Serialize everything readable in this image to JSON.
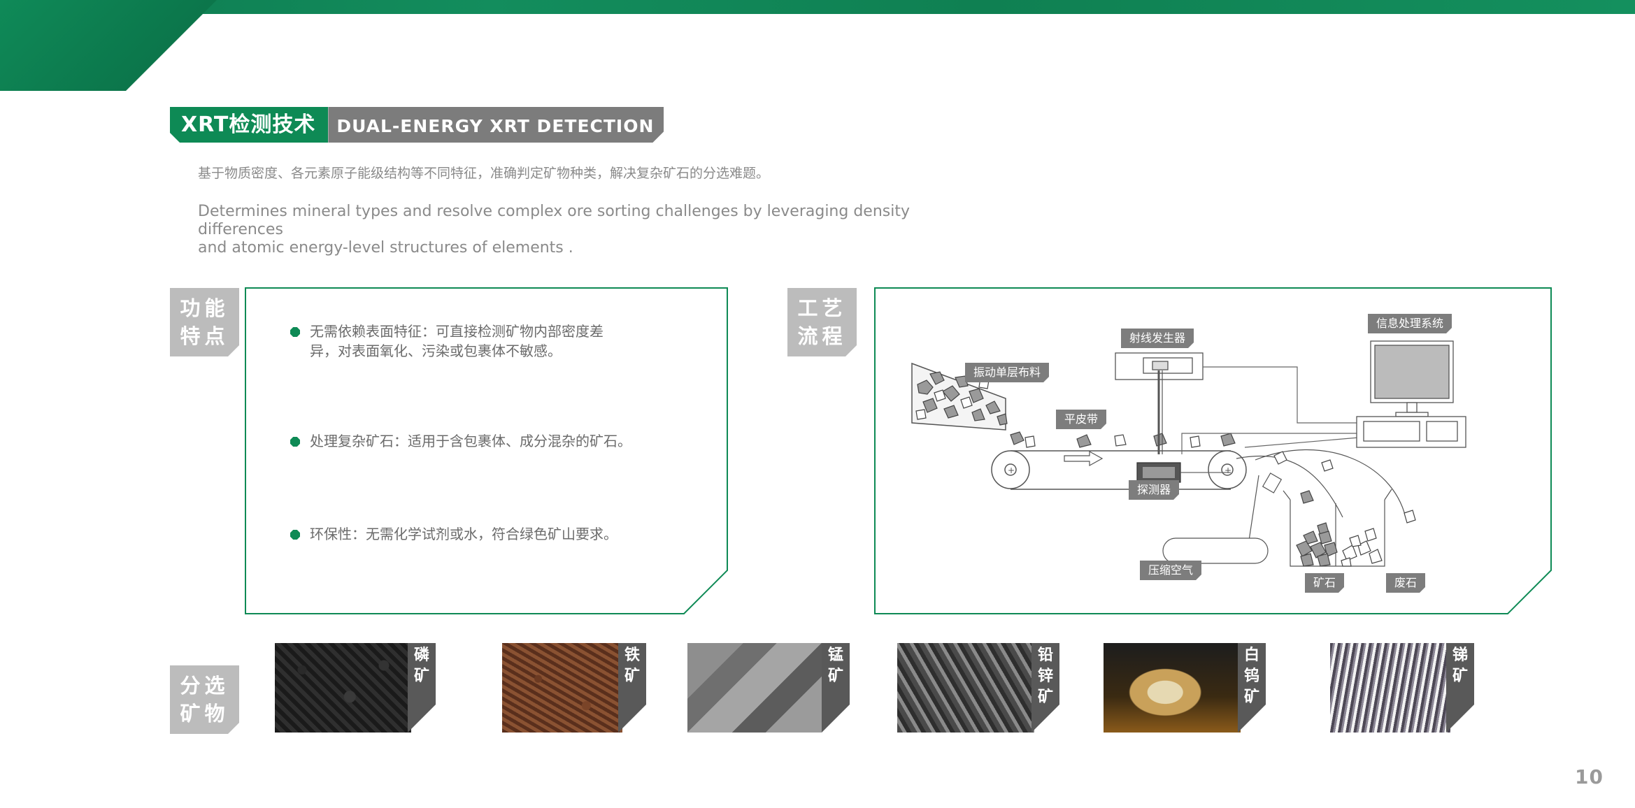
{
  "title": {
    "cn": "XRT检测技术",
    "en": "DUAL-ENERGY XRT DETECTION"
  },
  "intro": {
    "cn": "基于物质密度、各元素原子能级结构等不同特征，准确判定矿物种类，解决复杂矿石的分选难题。",
    "en_line1": "Determines mineral types and resolve complex ore sorting challenges by leveraging density differences",
    "en_line2": "and atomic energy-level structures of elements ."
  },
  "features_tag": {
    "line1": "功能",
    "line2": "特点"
  },
  "features": [
    {
      "line1": "无需依赖表面特征：可直接检测矿物内部密度差",
      "line2": "异，对表面氧化、污染或包裹体不敏感。"
    },
    {
      "line1": "处理复杂矿石：适用于含包裹体、成分混杂的矿石。",
      "line2": ""
    },
    {
      "line1": "环保性：无需化学试剂或水，符合绿色矿山要求。",
      "line2": ""
    }
  ],
  "process_tag": {
    "line1": "工艺",
    "line2": "流程"
  },
  "diagram": {
    "labels": {
      "vibrating_feed": "振动单层布料",
      "belt": "平皮带",
      "ray_generator": "射线发生器",
      "detector": "探测器",
      "info_system": "信息处理系统",
      "compressed_air": "压缩空气",
      "ore": "矿石",
      "waste": "废石"
    }
  },
  "minerals_tag": {
    "line1": "分选",
    "line2": "矿物"
  },
  "minerals": [
    {
      "chars": [
        "磷",
        "矿"
      ],
      "photo": "phosphate-ore"
    },
    {
      "chars": [
        "铁",
        "矿"
      ],
      "photo": "iron-ore"
    },
    {
      "chars": [
        "锰",
        "矿"
      ],
      "photo": "manganese-ore"
    },
    {
      "chars": [
        "铅",
        "锌",
        "矿"
      ],
      "photo": "lead-zinc-ore"
    },
    {
      "chars": [
        "白",
        "钨",
        "矿"
      ],
      "photo": "scheelite"
    },
    {
      "chars": [
        "锑",
        "矿"
      ],
      "photo": "antimony-ore"
    }
  ],
  "colors": {
    "accent": "#0e8a55",
    "tag_gray": "#bcbcbc",
    "label_gray": "#7d7d7d"
  },
  "page_number": "10"
}
